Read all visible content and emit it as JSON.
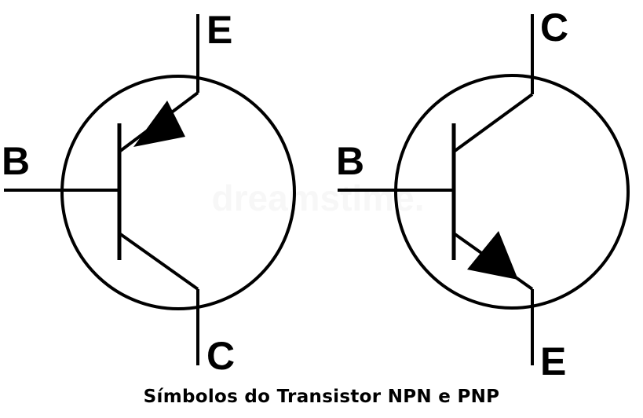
{
  "colors": {
    "ink": "#000000",
    "background": "#ffffff",
    "watermark": "#9a9a9a"
  },
  "npn": {
    "emitter_label": "E",
    "base_label": "B",
    "collector_label": "C"
  },
  "pnp": {
    "collector_label": "C",
    "base_label": "B",
    "emitter_label": "E"
  },
  "watermark": "dreamstime.",
  "caption": "Símbolos do Transistor NPN e PNP"
}
